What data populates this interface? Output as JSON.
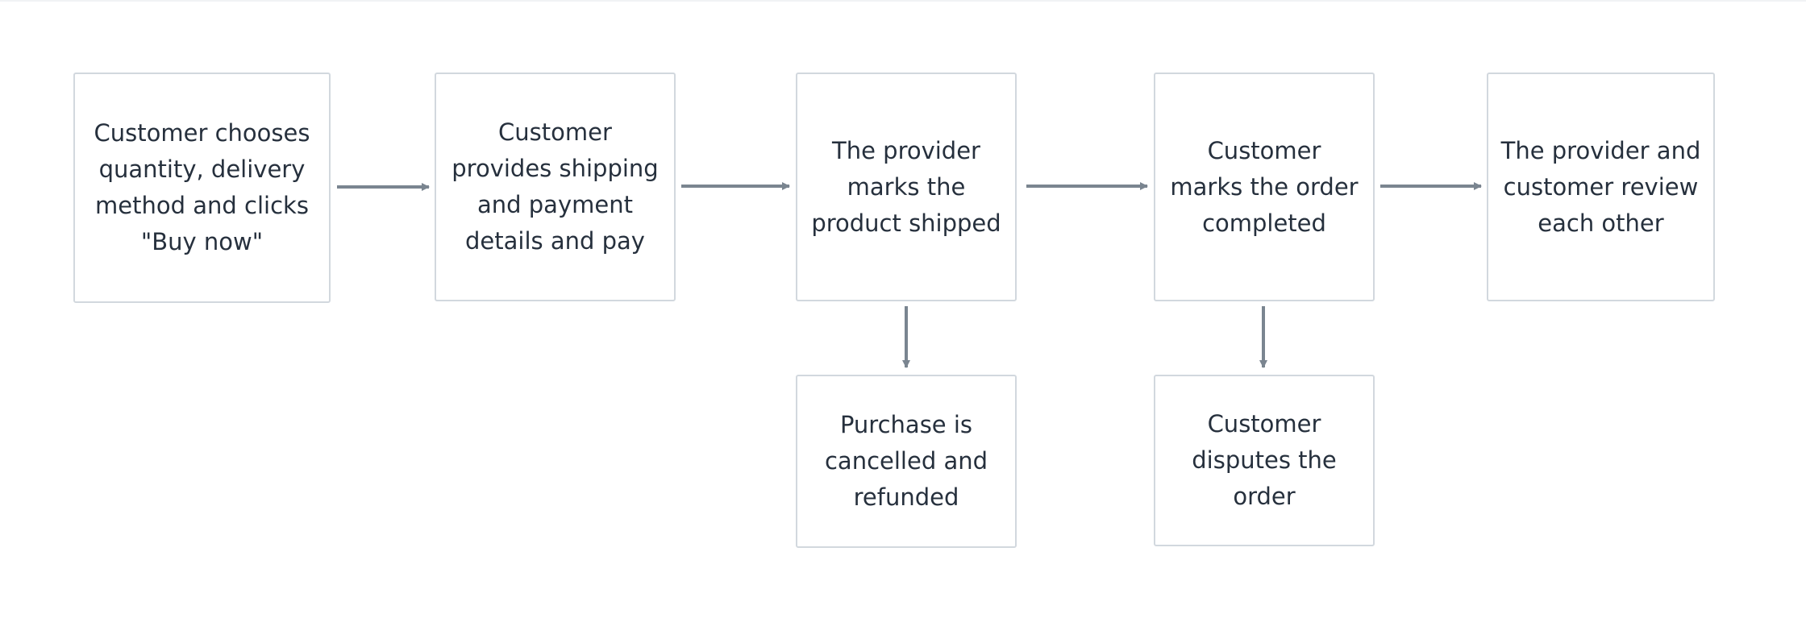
{
  "diagram": {
    "steps": [
      {
        "label": "Customer chooses\nquantity, delivery\nmethod and clicks\n\"Buy now\""
      },
      {
        "label": "Customer\nprovides shipping\nand payment\ndetails and pay"
      },
      {
        "label": "The provider\nmarks the\nproduct shipped"
      },
      {
        "label": "Customer\nmarks the order\ncompleted"
      },
      {
        "label": "The provider and\ncustomer review\neach other"
      }
    ],
    "outcomes": [
      {
        "label": "Purchase is\ncancelled and\nrefunded"
      },
      {
        "label": "Customer\ndisputes the\norder"
      }
    ]
  },
  "colors": {
    "arrow": "#7a8590",
    "box_border": "#d2d8de",
    "text": "#26303d"
  }
}
